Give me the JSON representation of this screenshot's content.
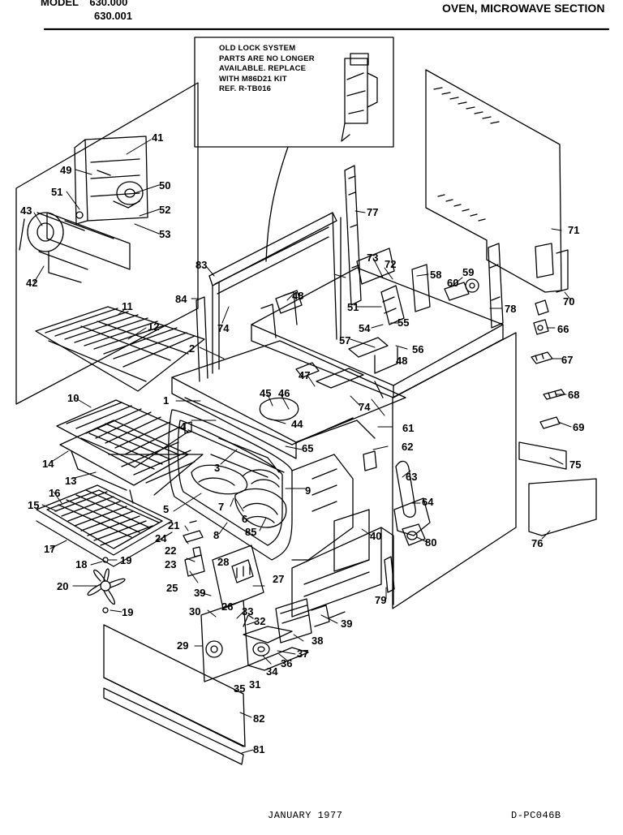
{
  "header": {
    "model_label": "MODEL",
    "model_1": "630.000",
    "model_2": "630.001",
    "section_title": "OVEN, MICROWAVE SECTION"
  },
  "note": {
    "lines": [
      "OLD LOCK SYSTEM",
      "PARTS ARE NO LONGER",
      "AVAILABLE. REPLACE",
      "WITH M86D21 KIT",
      "REF. R-TB016"
    ]
  },
  "footer": {
    "date": "JANUARY 1977",
    "doc_code": "D-PC046B"
  },
  "callouts": [
    "1",
    "2",
    "3",
    "4",
    "5",
    "6",
    "7",
    "8",
    "9",
    "10",
    "11",
    "12",
    "13",
    "14",
    "15",
    "16",
    "17",
    "18",
    "19",
    "19",
    "20",
    "21",
    "22",
    "23",
    "24",
    "25",
    "26",
    "27",
    "28",
    "29",
    "30",
    "31",
    "32",
    "33",
    "34",
    "35",
    "36",
    "37",
    "38",
    "39",
    "39",
    "40",
    "41",
    "42",
    "43",
    "44",
    "45",
    "46",
    "47",
    "48",
    "48",
    "49",
    "50",
    "51",
    "51",
    "52",
    "53",
    "54",
    "55",
    "56",
    "57",
    "58",
    "59",
    "60",
    "61",
    "62",
    "63",
    "64",
    "65",
    "66",
    "67",
    "68",
    "69",
    "70",
    "71",
    "72",
    "73",
    "74",
    "74",
    "75",
    "76",
    "77",
    "78",
    "79",
    "80",
    "81",
    "82",
    "83",
    "84",
    "85"
  ]
}
